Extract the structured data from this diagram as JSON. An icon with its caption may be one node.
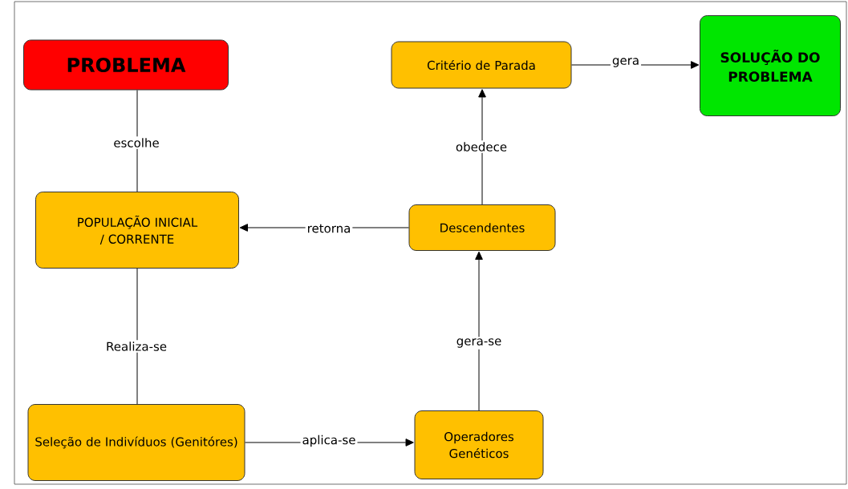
{
  "diagram": {
    "nodes": [
      {
        "text": [
          "PROBLEMA"
        ]
      },
      {
        "text": [
          "Critério de Parada"
        ]
      },
      {
        "text": [
          "SOLUÇÃO DO PROBLEMA"
        ]
      },
      {
        "text": [
          "POPULAÇÃO INICIAL / CORRENTE"
        ]
      },
      {
        "text": [
          "Descendentes"
        ]
      },
      {
        "text": [
          "Seleção de Indivíduos (Genitóres)"
        ]
      },
      {
        "text": [
          "Operadores Genéticos"
        ]
      }
    ],
    "edges": [
      {
        "from": 0,
        "to": 3,
        "arrow": "none",
        "label": "escolhe"
      },
      {
        "from": 1,
        "to": 2,
        "arrow": "to",
        "label": "gera"
      },
      {
        "from": 4,
        "to": 1,
        "arrow": "to",
        "label": "obedece"
      },
      {
        "from": 4,
        "to": 3,
        "arrow": "to",
        "label": "retorna"
      },
      {
        "from": 3,
        "to": 5,
        "arrow": "none",
        "label": "Realiza-se"
      },
      {
        "from": 5,
        "to": 6,
        "arrow": "to",
        "label": "aplica-se"
      },
      {
        "from": 6,
        "to": 4,
        "arrow": "to",
        "label": "gera-se"
      }
    ]
  }
}
